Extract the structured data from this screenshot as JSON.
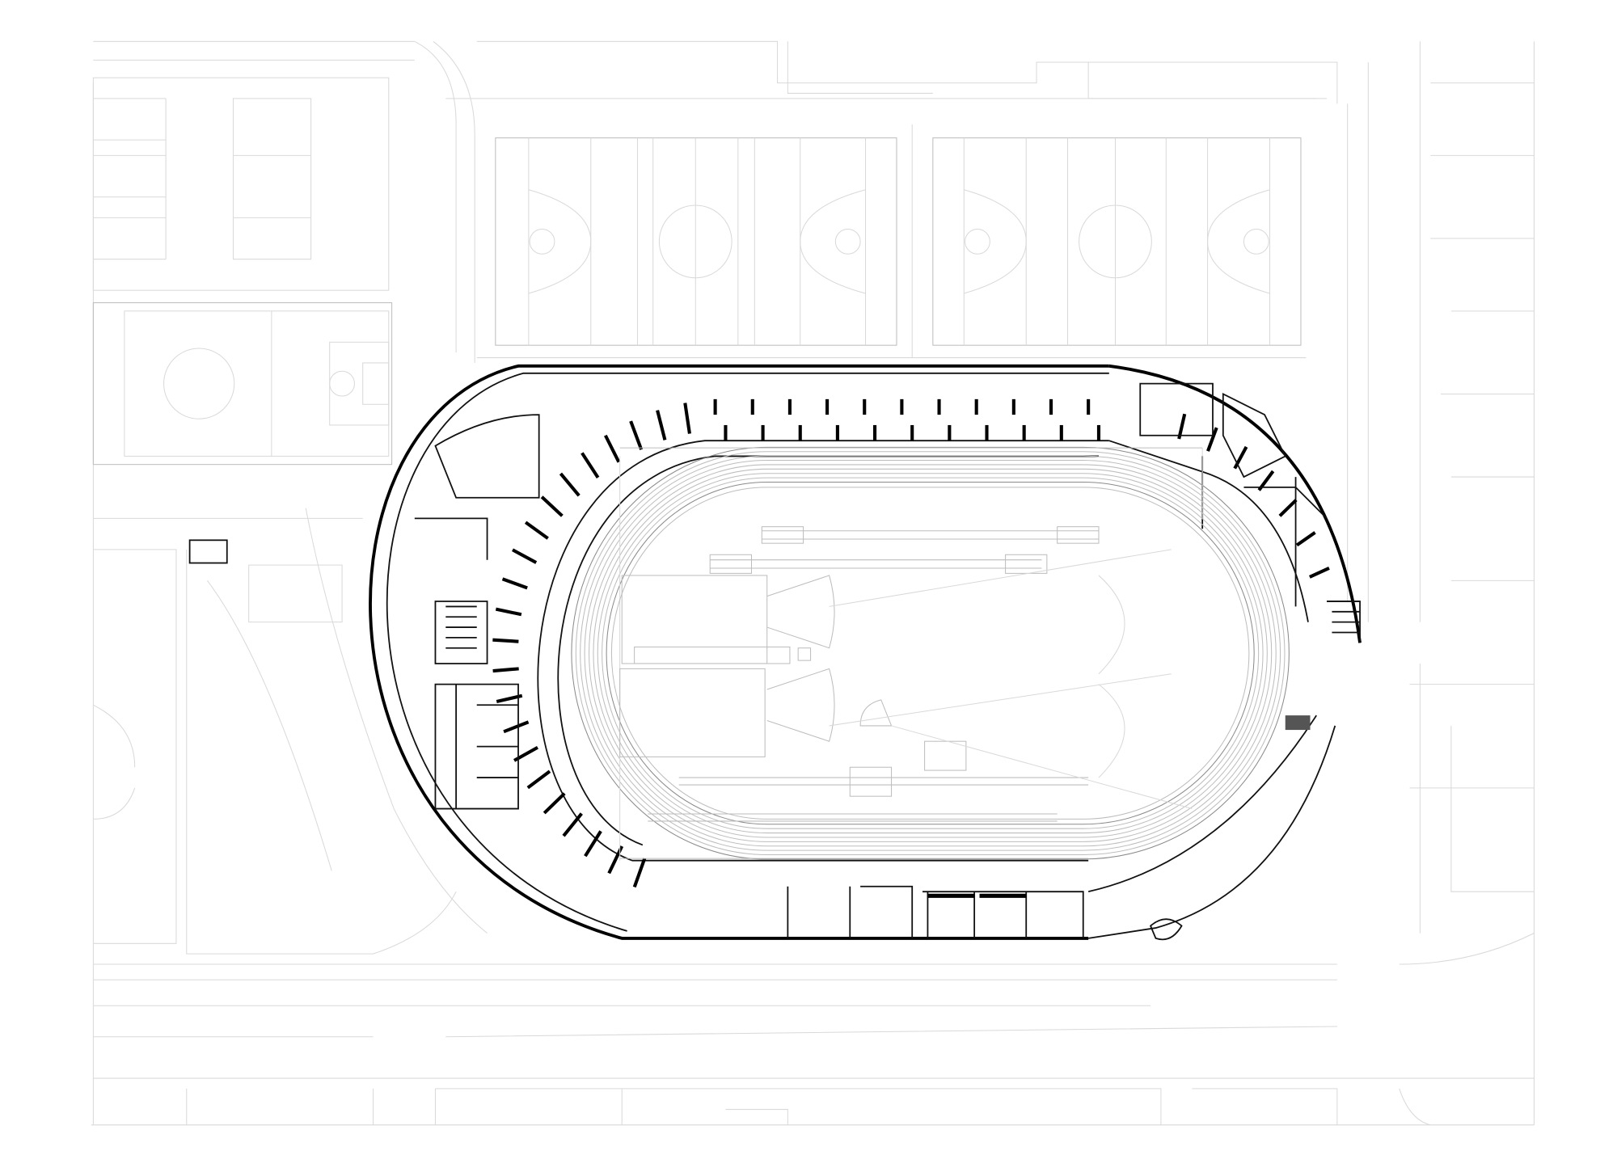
{
  "drawing": {
    "type": "architectural site plan",
    "subject": "stadium-with-running-track",
    "colors": {
      "background": "#ffffff",
      "context_lines": "#d9d9d9",
      "field_lines": "#bdbdbd",
      "building_walls": "#000000",
      "accent_ramp": "#555555"
    },
    "track_lanes": 8
  }
}
